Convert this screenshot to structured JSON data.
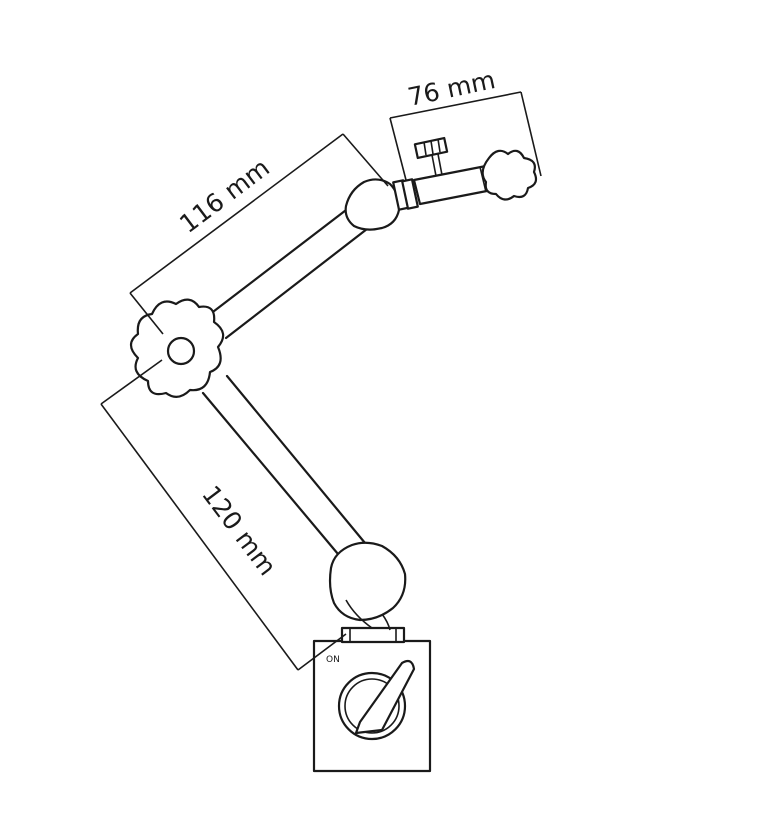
{
  "dimensions": {
    "top_length": "76 mm",
    "upper_arm": "116 mm",
    "lower_arm": "120 mm"
  },
  "base": {
    "switch_label": "ON"
  },
  "colors": {
    "stroke": "#1a1a1a",
    "background": "#ffffff"
  }
}
